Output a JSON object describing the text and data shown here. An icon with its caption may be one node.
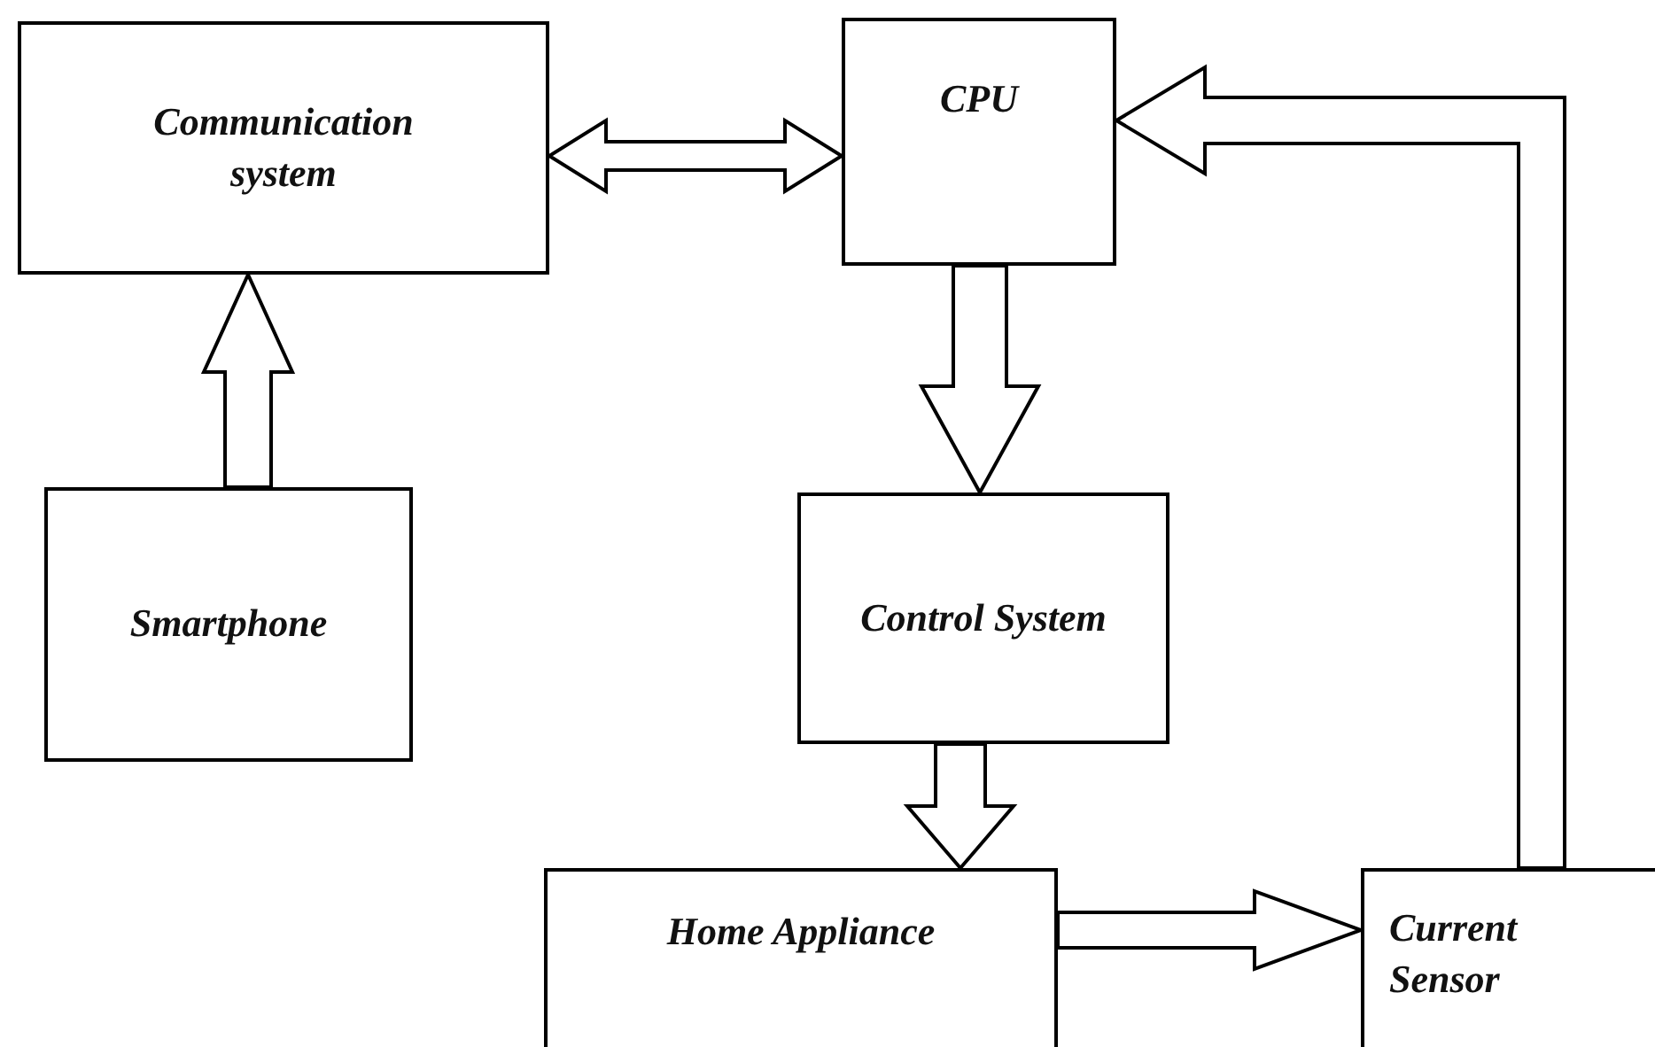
{
  "diagram": {
    "nodes": [
      {
        "text": [
          "Communication system"
        ]
      },
      {
        "text": [
          "CPU"
        ]
      },
      {
        "text": [
          "Smartphone"
        ]
      },
      {
        "text": [
          "Control System"
        ]
      },
      {
        "text": [
          "Home Appliance"
        ]
      },
      {
        "text": [
          "Current Sensor"
        ]
      }
    ],
    "edges": [
      {
        "from": 2,
        "to": 0,
        "arrow": "to"
      },
      {
        "from": 0,
        "to": 1,
        "arrow": "both"
      },
      {
        "from": 1,
        "to": 3,
        "arrow": "to"
      },
      {
        "from": 3,
        "to": 4,
        "arrow": "to"
      },
      {
        "from": 4,
        "to": 5,
        "arrow": "to"
      },
      {
        "from": 5,
        "to": 1,
        "arrow": "to"
      }
    ]
  }
}
